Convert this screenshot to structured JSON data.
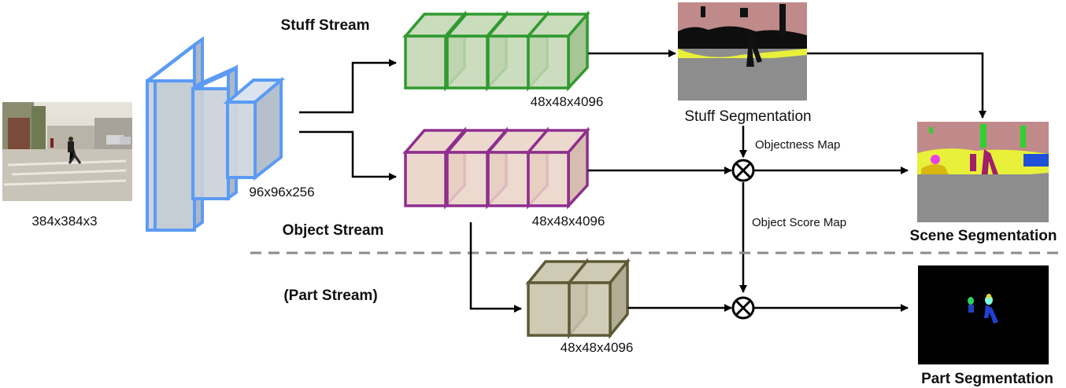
{
  "input": {
    "dims": "384x384x3"
  },
  "backbone": {
    "dims": "96x96x256"
  },
  "streams": {
    "stuff": {
      "title": "Stuff Stream",
      "dims": "48x48x4096"
    },
    "object": {
      "title": "Object Stream",
      "dims": "48x48x4096"
    },
    "part": {
      "title": "(Part Stream)",
      "dims": "48x48x4096"
    }
  },
  "maps": {
    "objectness": "Objectness Map",
    "object_score": "Object Score Map"
  },
  "outputs": {
    "stuff_seg": "Stuff Segmentation",
    "scene_seg": "Scene Segmentation",
    "part_seg": "Part Segmentation"
  },
  "colors": {
    "backbone": "#5b9bf5",
    "stuff": "#2f9a2f",
    "object": "#8e2f8e",
    "part": "#5f5a36",
    "separator": "#8a8a8a"
  },
  "icons": {
    "multiply": "circled-times-icon"
  }
}
